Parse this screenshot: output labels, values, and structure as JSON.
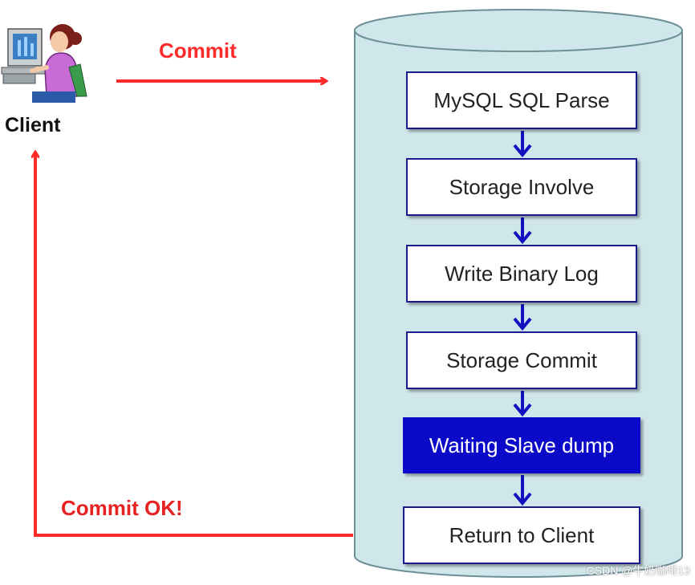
{
  "client": {
    "label": "Client",
    "icon": "client-user-at-computer-icon"
  },
  "request": {
    "label": "Commit",
    "color": "#ff2a2a"
  },
  "response": {
    "label": "Commit OK!",
    "color": "#e62222"
  },
  "database": {
    "icon": "database-cylinder-icon",
    "fill": "#cfe7ea",
    "stroke": "#6c8f98"
  },
  "arrow_color": "#1010c0",
  "steps": [
    {
      "label": "MySQL SQL Parse",
      "highlight": false
    },
    {
      "label": "Storage Involve",
      "highlight": false
    },
    {
      "label": "Write Binary Log",
      "highlight": false
    },
    {
      "label": "Storage Commit",
      "highlight": false
    },
    {
      "label": "Waiting Slave dump",
      "highlight": true
    },
    {
      "label": "Return to Client",
      "highlight": false
    }
  ],
  "watermark": "CSDN @牛奶咖啡13"
}
